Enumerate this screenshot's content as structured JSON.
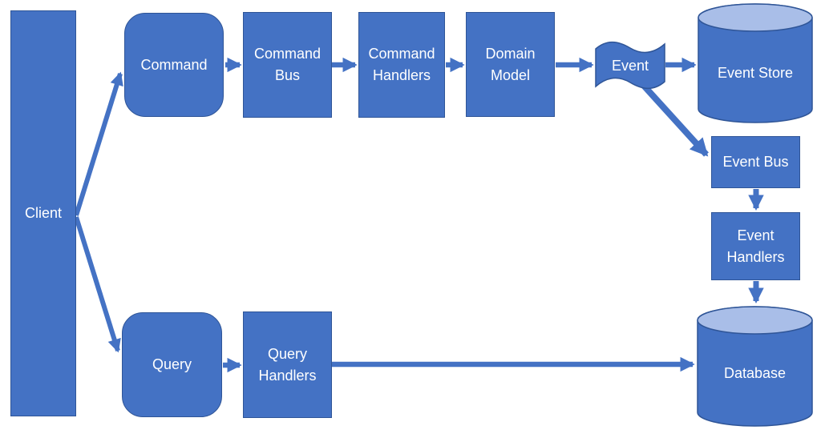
{
  "diagram": {
    "type": "flowchart",
    "description": "CQRS with Event Sourcing architecture diagram",
    "colors": {
      "shape_fill": "#4472C4",
      "shape_border": "#2F5597",
      "cylinder_top_fill": "#A9BEE8",
      "edge_color": "#4472C4",
      "label_text": "#FFFFFF",
      "background": "#FFFFFF"
    },
    "nodes": {
      "client": {
        "label": "Client",
        "shape": "rectangle"
      },
      "command": {
        "label": "Command",
        "shape": "rounded-rectangle"
      },
      "command_bus": {
        "label": "Command Bus",
        "shape": "rectangle"
      },
      "command_handlers": {
        "label": "Command Handlers",
        "shape": "rectangle"
      },
      "domain_model": {
        "label": "Domain Model",
        "shape": "rectangle"
      },
      "event": {
        "label": "Event",
        "shape": "wave-flag"
      },
      "event_store": {
        "label": "Event Store",
        "shape": "cylinder"
      },
      "event_bus": {
        "label": "Event Bus",
        "shape": "rectangle"
      },
      "event_handlers": {
        "label": "Event Handlers",
        "shape": "rectangle"
      },
      "database": {
        "label": "Database",
        "shape": "cylinder"
      },
      "query": {
        "label": "Query",
        "shape": "rounded-rectangle"
      },
      "query_handlers": {
        "label": "Query Handlers",
        "shape": "rectangle"
      }
    },
    "edges": [
      {
        "from": "Client",
        "to": "Command"
      },
      {
        "from": "Client",
        "to": "Query"
      },
      {
        "from": "Command",
        "to": "Command Bus"
      },
      {
        "from": "Command Bus",
        "to": "Command Handlers"
      },
      {
        "from": "Command Handlers",
        "to": "Domain Model"
      },
      {
        "from": "Domain Model",
        "to": "Event"
      },
      {
        "from": "Event",
        "to": "Event Store"
      },
      {
        "from": "Event",
        "to": "Event Bus"
      },
      {
        "from": "Event Bus",
        "to": "Event Handlers"
      },
      {
        "from": "Event Handlers",
        "to": "Database"
      },
      {
        "from": "Query",
        "to": "Query Handlers"
      },
      {
        "from": "Query Handlers",
        "to": "Database"
      }
    ]
  }
}
